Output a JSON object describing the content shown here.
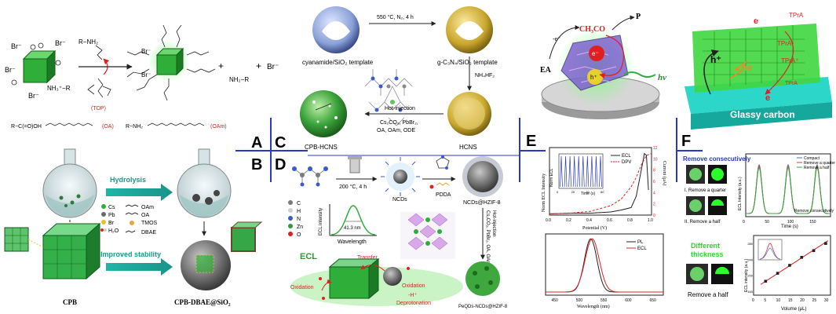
{
  "panel_labels": {
    "A": "A",
    "B": "B",
    "C": "C",
    "D": "D",
    "E": "E",
    "F": "F"
  },
  "panel_a": {
    "br": "Br",
    "br_minus": "Br⁻",
    "amine": "R−NH₂",
    "amine_bound": "NH₂−R",
    "amine_plus": "NH₃⁺−R",
    "top_label": "(TOP)",
    "oa_left": "R−C(=O)OH",
    "oa_tag": "(OA)",
    "oam_left": "R−NH₂",
    "oam_tag": "(OAm)",
    "plus": "+"
  },
  "panel_b": {
    "legend": {
      "cs": "Cs",
      "pb": "Pb",
      "br": "Br",
      "h2o": "H₂O",
      "oam": "OAm",
      "oa": "OA",
      "tmos": "TMOS",
      "dbae": "DBAE"
    },
    "hydrolysis": "Hydrolysis",
    "improved_stability": "Improved stability",
    "label_cpb": "CPB",
    "label_product": "CPB-DBAE@SiO₂"
  },
  "panel_c": {
    "template1": "cyanamide/SiO₂ template",
    "template2": "g-C₃N₄/SiO₂ template",
    "cond1": "550 °C, N₂, 4 h",
    "etch": "NH₄HF₂",
    "hcns": "HCNS",
    "cpb_hcns": "CPB-HCNS",
    "hot": "Hot-injection",
    "reagents1": "Cs₂CO₃, PbBr₂,",
    "reagents2": "OA, OAm, ODE"
  },
  "panel_d": {
    "cond": "200 °C, 4 h",
    "ncds": "NCDs",
    "pdda": "PDDA",
    "ncds_hzif": "NCDs@HZIF-8",
    "hot": "Hot-injection",
    "reag": "Cs₂CO₃, PbBr₂, OA, OAm, ODE",
    "product": "PeQDs-NCDs@HZIF-8",
    "legend": [
      "C",
      "H",
      "N",
      "Zn",
      "O"
    ],
    "ecl_axis": "ECL intensity",
    "fwhm": "41.3 nm",
    "wavelength": "Wavelength",
    "ecl": "ECL",
    "transfer": "Transfer",
    "oxidation_left": "Oxidation",
    "oxidation_right": "Oxidation",
    "deprot": "Deprotonation",
    "h_plus": "-H⁺"
  },
  "panel_e": {
    "ea": "EA",
    "e_minus": "-e⁻",
    "ch3co": "CH₃CO",
    "p": "P",
    "hv": "hν",
    "e": "e⁻",
    "h": "h⁺",
    "top_ylabel": "Norm ECL Intensity",
    "top_ylabel_right": "Current (μA)",
    "top_xlabel": "Potential (V)",
    "inset_ylabel": "Norm ECL",
    "inset_xlabel": "Time (s)",
    "legend": [
      "ECL",
      "DPV"
    ],
    "bottom_xlabel": "Wavelength (nm)",
    "bottom_legend": [
      "PL",
      "ECL"
    ]
  },
  "panel_e_top_chart": {
    "type": "line",
    "xlim": [
      0.0,
      1.0
    ],
    "x_ticks": [
      "0.0",
      "0.2",
      "0.4",
      "0.6",
      "0.8",
      "1.0"
    ],
    "y_right_ticks": [
      "0",
      "2",
      "4",
      "6",
      "8",
      "10",
      "12"
    ],
    "series": [
      {
        "name": "ECL",
        "x": [
          0.0,
          0.2,
          0.4,
          0.6,
          0.7,
          0.8,
          0.85,
          0.9,
          0.93,
          0.95,
          0.97
        ],
        "values": [
          0.02,
          0.03,
          0.03,
          0.05,
          0.08,
          0.12,
          0.3,
          0.72,
          0.98,
          0.95,
          0.4
        ]
      },
      {
        "name": "DPV",
        "x": [
          0.0,
          0.2,
          0.4,
          0.6,
          0.7,
          0.8,
          0.85,
          0.9,
          0.95,
          1.0
        ],
        "values": [
          0.02,
          0.03,
          0.06,
          0.15,
          0.25,
          0.45,
          0.6,
          0.8,
          0.95,
          0.98
        ]
      }
    ],
    "inset": {
      "x_ticks": [
        "0",
        "20",
        "40",
        "60"
      ],
      "pulses": 10
    }
  },
  "panel_e_bottom_chart": {
    "type": "line",
    "x_ticks": [
      "450",
      "500",
      "550",
      "600",
      "650"
    ],
    "series": [
      {
        "name": "PL",
        "center": 522,
        "fwhm": 30
      },
      {
        "name": "ECL",
        "center": 525,
        "fwhm": 34
      }
    ]
  },
  "panel_f": {
    "tpra": "TPrA",
    "tpra_plus": "TPrA⁺",
    "tpra_radical": "TPrA•",
    "hv": "hν",
    "e": "e",
    "h": "h⁺",
    "glassy_carbon": "Glassy carbon",
    "remove_consecutively": "Remove consecutively",
    "remove_quarter": "I. Remove a quarter",
    "remove_half_ii": "II. Remove a half",
    "chart_ylabel": "ECL Intensity (a.u.)",
    "chart_xlabel": "Time (s)",
    "chart_legend": [
      "Compact",
      "Remove a quarter",
      "Remove a half"
    ],
    "chart_note": "Remove consecutively",
    "different_thickness": "Different thickness",
    "remove_half": "Remove a half",
    "bottom_ylabel": "ECL intensity (a.u.)",
    "bottom_xlabel": "Volume (μL)"
  },
  "panel_f_top_chart": {
    "type": "line",
    "x_ticks": [
      "0",
      "50",
      "100",
      "150"
    ],
    "peaks_at": [
      30,
      95,
      160
    ],
    "series": [
      {
        "name": "Compact",
        "color": "#3b6fd4"
      },
      {
        "name": "Remove a quarter",
        "color": "#e23a3a"
      },
      {
        "name": "Remove a half",
        "color": "#2fae3a"
      }
    ]
  },
  "panel_f_bottom_chart": {
    "type": "scatter",
    "x": [
      5,
      10,
      15,
      20,
      25,
      30
    ],
    "values": [
      185,
      205,
      225,
      245,
      262,
      280
    ],
    "x_ticks": [
      "0",
      "5",
      "10",
      "15",
      "20",
      "25",
      "30"
    ],
    "y_ticks": [
      "160",
      "200",
      "240",
      "280"
    ]
  },
  "colors": {
    "blue_line": "#2a3ac4",
    "teal_arrow": "#1fb5a5",
    "red": "#e02020",
    "green": "#2bb24c"
  }
}
